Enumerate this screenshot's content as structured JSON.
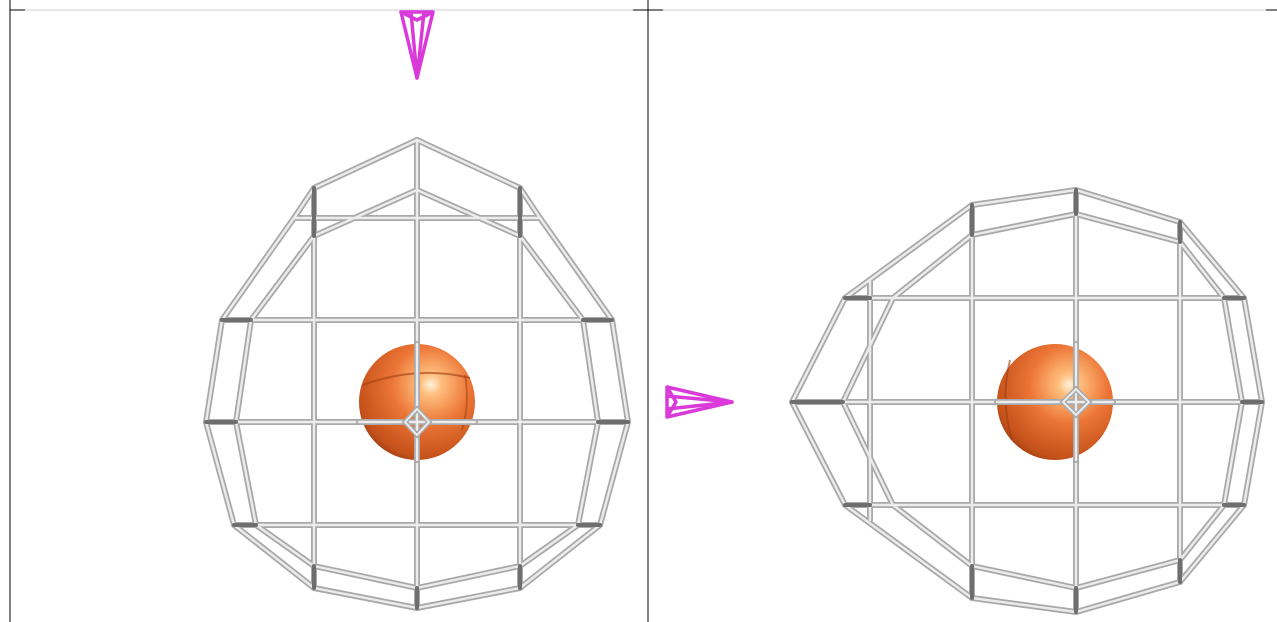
{
  "figure": {
    "panels": [
      {
        "id": "left",
        "view": "pointer-from-top"
      },
      {
        "id": "right",
        "view": "pointer-from-left"
      }
    ],
    "colors": {
      "background": "#ffffff",
      "border": "#000000",
      "cage": "#bdbdbd",
      "cage_dark": "#6e6e6e",
      "sphere": "#e66a2c",
      "sphere_highlight": "#ffd7a8",
      "pointer": "#d93ad9"
    },
    "icons": [
      "cage-wireframe",
      "sphere",
      "cone-pointer"
    ]
  }
}
